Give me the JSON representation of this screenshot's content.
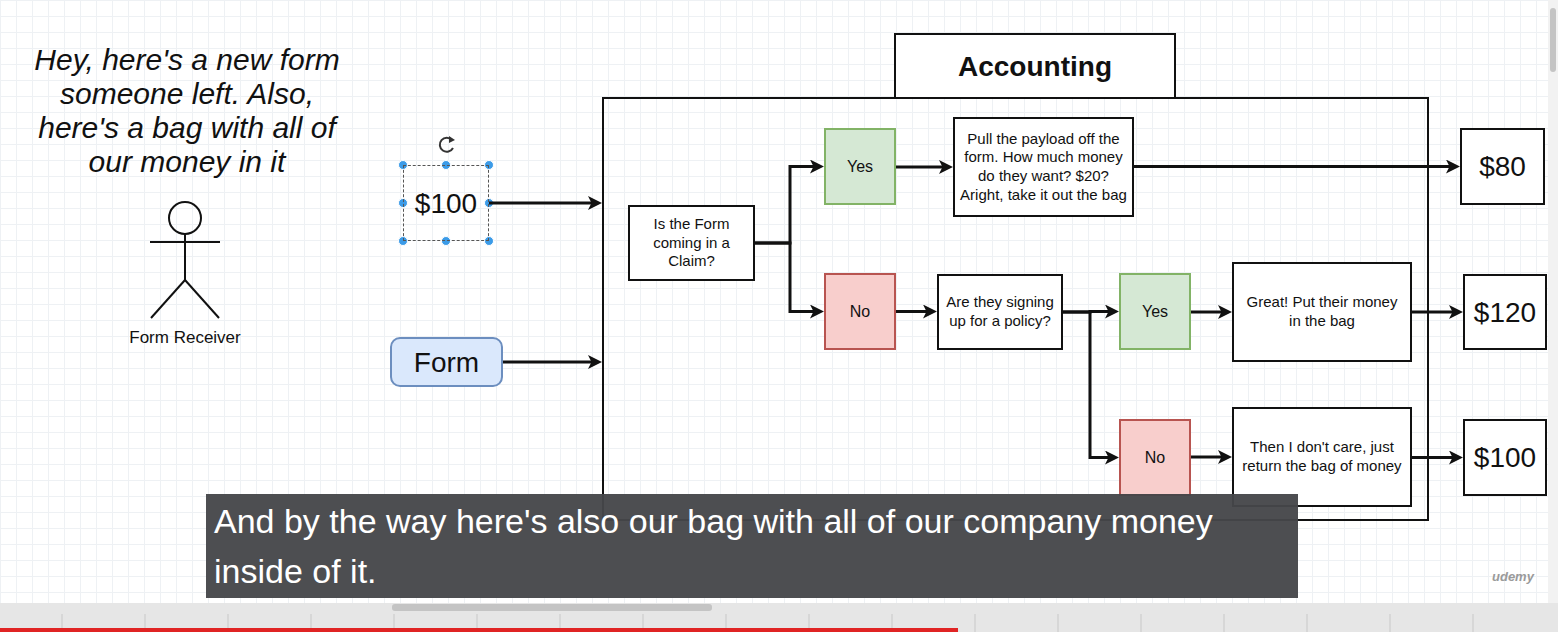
{
  "diagram": {
    "nodes": [
      {
        "text": [
          "$100"
        ]
      },
      {
        "text": [
          "Form"
        ]
      },
      {
        "text": [
          "Accounting"
        ]
      },
      {
        "text": [
          "Is the Form coming in a Claim?"
        ],
        "in": 2
      },
      {
        "text": [
          "Yes"
        ],
        "in": 2
      },
      {
        "text": [
          "Pull the payload off the form. How much money do they want? $20? Aright, take it out the bag"
        ],
        "in": 2
      },
      {
        "text": [
          "No"
        ],
        "in": 2
      },
      {
        "text": [
          "Are they signing up for a policy?"
        ],
        "in": 2
      },
      {
        "text": [
          "Yes"
        ],
        "in": 2
      },
      {
        "text": [
          "Great! Put their money in the bag"
        ],
        "in": 2
      },
      {
        "text": [
          "No"
        ],
        "in": 2
      },
      {
        "text": [
          "Then I don't care, just return the bag of money"
        ],
        "in": 2
      },
      {
        "text": [
          "$80"
        ]
      },
      {
        "text": [
          "$120"
        ]
      },
      {
        "text": [
          "$100"
        ]
      }
    ],
    "edges": [
      {
        "from": 0,
        "to": 2,
        "arrow": "to"
      },
      {
        "from": 1,
        "to": 2,
        "arrow": "to"
      },
      {
        "from": 3,
        "to": 4,
        "arrow": "to"
      },
      {
        "from": 3,
        "to": 6,
        "arrow": "to"
      },
      {
        "from": 4,
        "to": 5,
        "arrow": "to"
      },
      {
        "from": 5,
        "to": 12,
        "arrow": "to"
      },
      {
        "from": 6,
        "to": 7,
        "arrow": "to"
      },
      {
        "from": 7,
        "to": 8,
        "arrow": "to"
      },
      {
        "from": 7,
        "to": 10,
        "arrow": "to"
      },
      {
        "from": 8,
        "to": 9,
        "arrow": "to"
      },
      {
        "from": 10,
        "to": 11,
        "arrow": "to"
      },
      {
        "from": 9,
        "to": 13,
        "arrow": "to"
      },
      {
        "from": 11,
        "to": 14,
        "arrow": "to"
      }
    ],
    "labels": [
      "Hey, here's a new form someone left. Also, here's a bag with all of our money in it",
      "Form Receiver",
      "And by the way here's also our bag with all of our company money inside of it.",
      "udemy"
    ]
  }
}
